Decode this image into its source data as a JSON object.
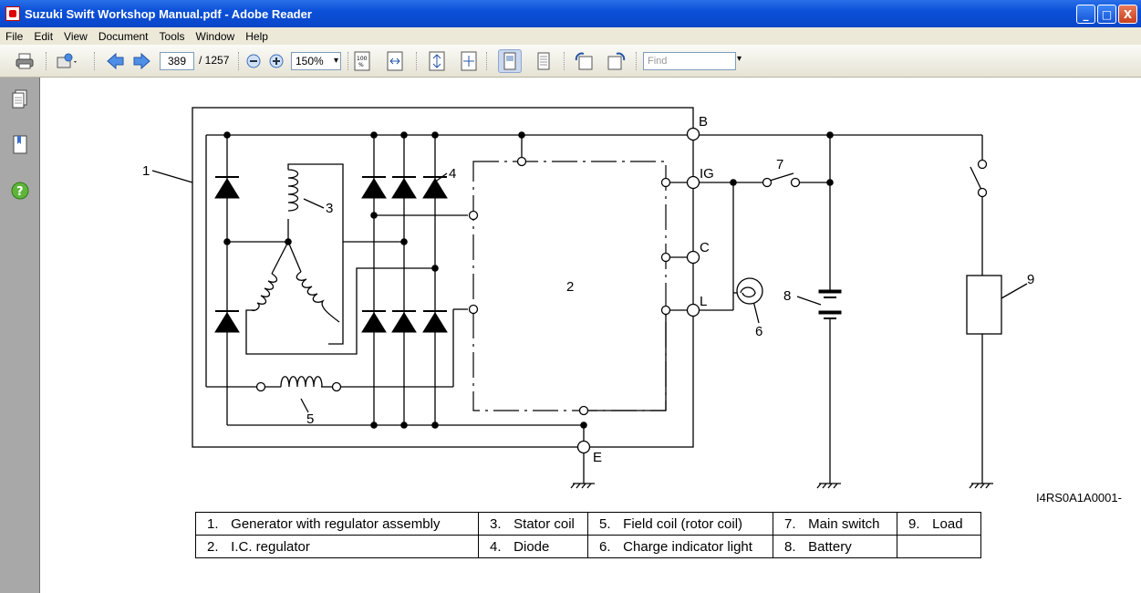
{
  "window": {
    "title": "Suzuki Swift Workshop Manual.pdf - Adobe Reader",
    "controls": [
      "_",
      "□",
      "X"
    ]
  },
  "menu": [
    "File",
    "Edit",
    "View",
    "Document",
    "Tools",
    "Window",
    "Help"
  ],
  "toolbar": {
    "page_current": "389",
    "page_total": "/ 1257",
    "zoom": "150%",
    "find_placeholder": "Find"
  },
  "diagram": {
    "terminals": [
      "B",
      "IG",
      "C",
      "L",
      "E"
    ],
    "callouts": [
      "1",
      "2",
      "3",
      "4",
      "5",
      "6",
      "7",
      "8",
      "9"
    ],
    "figure_id": "I4RS0A1A0001-"
  },
  "legend": [
    [
      {
        "n": "1.",
        "t": "Generator with regulator assembly"
      },
      {
        "n": "3.",
        "t": "Stator coil"
      },
      {
        "n": "5.",
        "t": "Field coil (rotor coil)"
      },
      {
        "n": "7.",
        "t": "Main switch"
      },
      {
        "n": "9.",
        "t": "Load"
      }
    ],
    [
      {
        "n": "2.",
        "t": "I.C. regulator"
      },
      {
        "n": "4.",
        "t": "Diode"
      },
      {
        "n": "6.",
        "t": "Charge indicator light"
      },
      {
        "n": "8.",
        "t": "Battery"
      },
      {
        "n": "",
        "t": ""
      }
    ]
  ]
}
